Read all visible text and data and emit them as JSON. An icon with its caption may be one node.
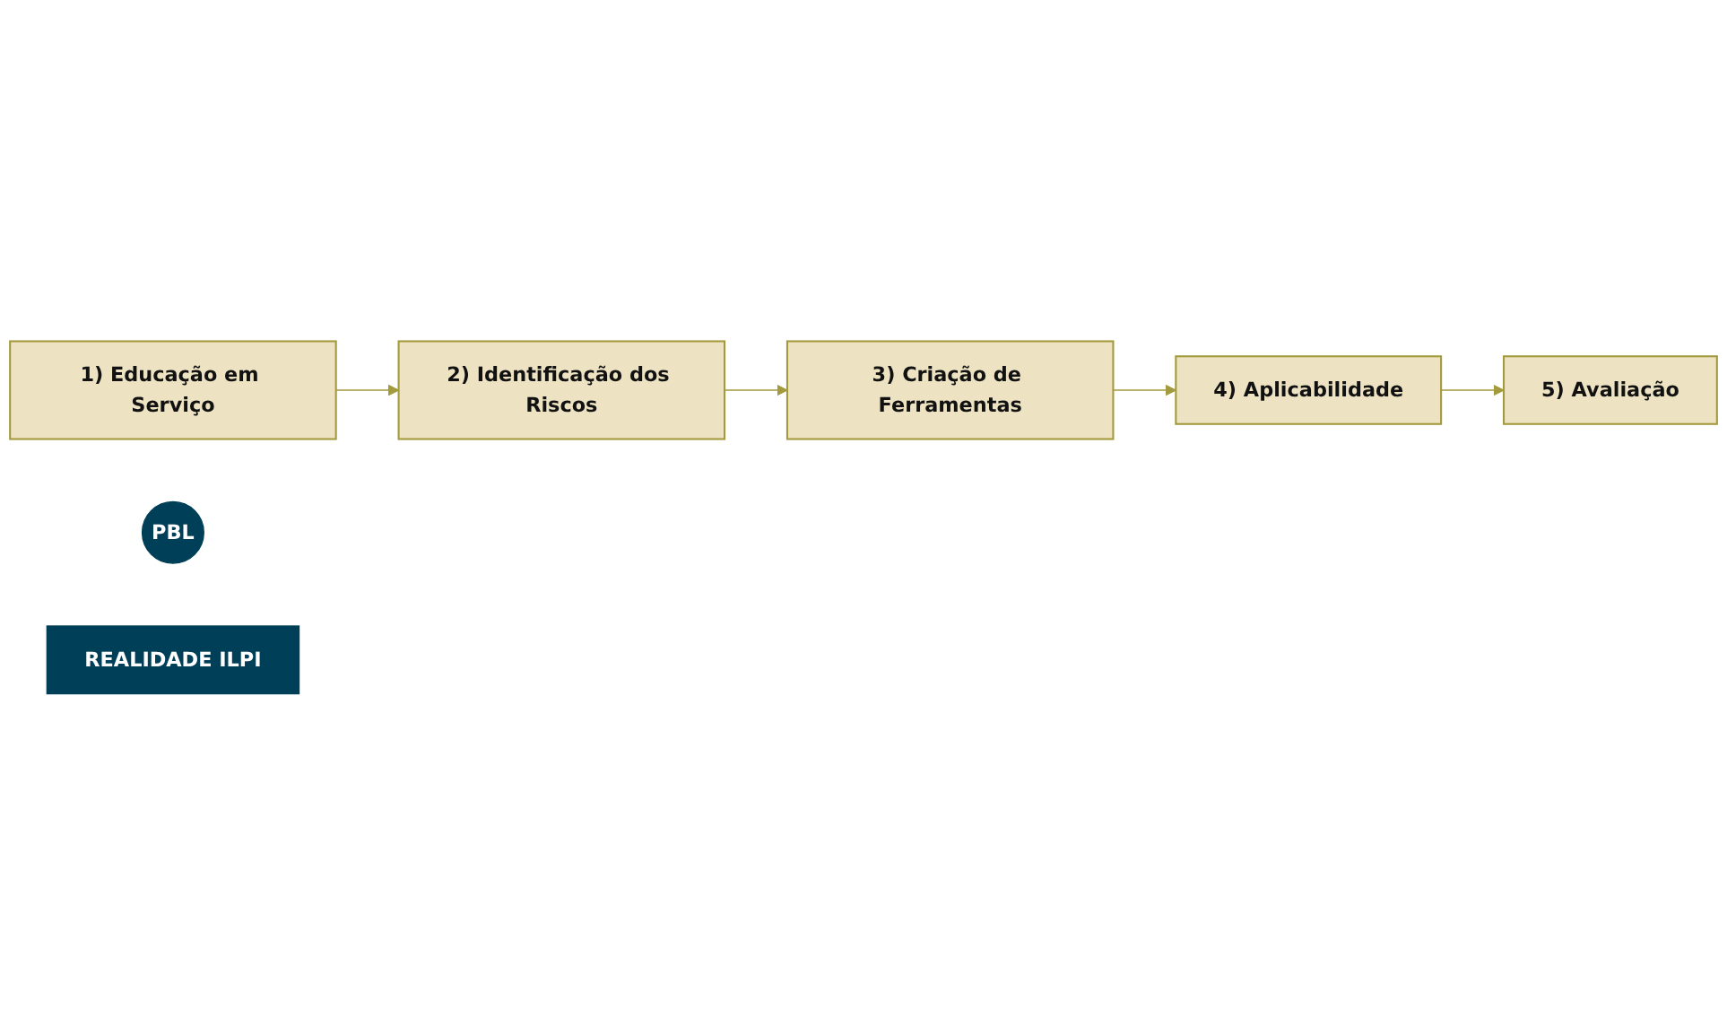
{
  "diagram": {
    "nodes": [
      {
        "text": [
          "1) Educação em Serviço"
        ]
      },
      {
        "text": [
          "2) Identificação dos Riscos"
        ]
      },
      {
        "text": [
          "3) Criação de Ferramentas"
        ]
      },
      {
        "text": [
          "4) Aplicabilidade"
        ]
      },
      {
        "text": [
          "5) Avaliação"
        ]
      },
      {
        "text": [
          "PBL"
        ]
      },
      {
        "text": [
          "REALIDADE ILPI"
        ]
      }
    ],
    "edges": [
      {
        "from": 0,
        "to": 1,
        "arrow": "to"
      },
      {
        "from": 1,
        "to": 2,
        "arrow": "to"
      },
      {
        "from": 2,
        "to": 3,
        "arrow": "to"
      },
      {
        "from": 3,
        "to": 4,
        "arrow": "to"
      }
    ]
  }
}
